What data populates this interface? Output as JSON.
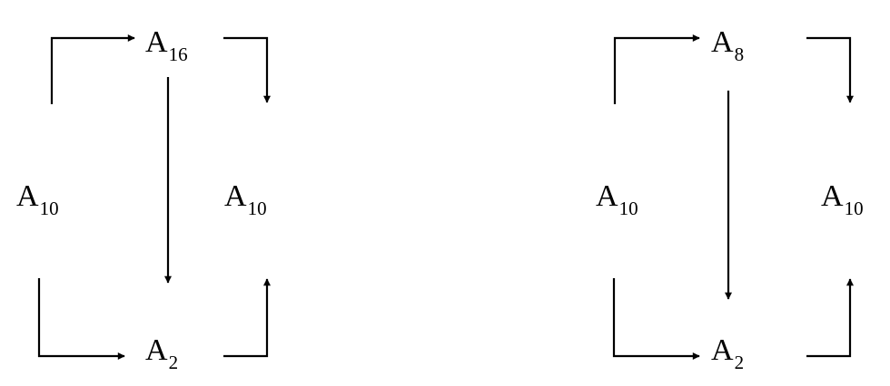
{
  "diagrams": [
    {
      "top": {
        "base": "A",
        "sub": "16"
      },
      "left": {
        "base": "A",
        "sub": "10"
      },
      "right": {
        "base": "A",
        "sub": "10"
      },
      "bottom": {
        "base": "A",
        "sub": "2"
      }
    },
    {
      "top": {
        "base": "A",
        "sub": "8"
      },
      "left": {
        "base": "A",
        "sub": "10"
      },
      "right": {
        "base": "A",
        "sub": "10"
      },
      "bottom": {
        "base": "A",
        "sub": "2"
      }
    }
  ],
  "colors": {
    "stroke": "#000000",
    "background": "#ffffff"
  }
}
